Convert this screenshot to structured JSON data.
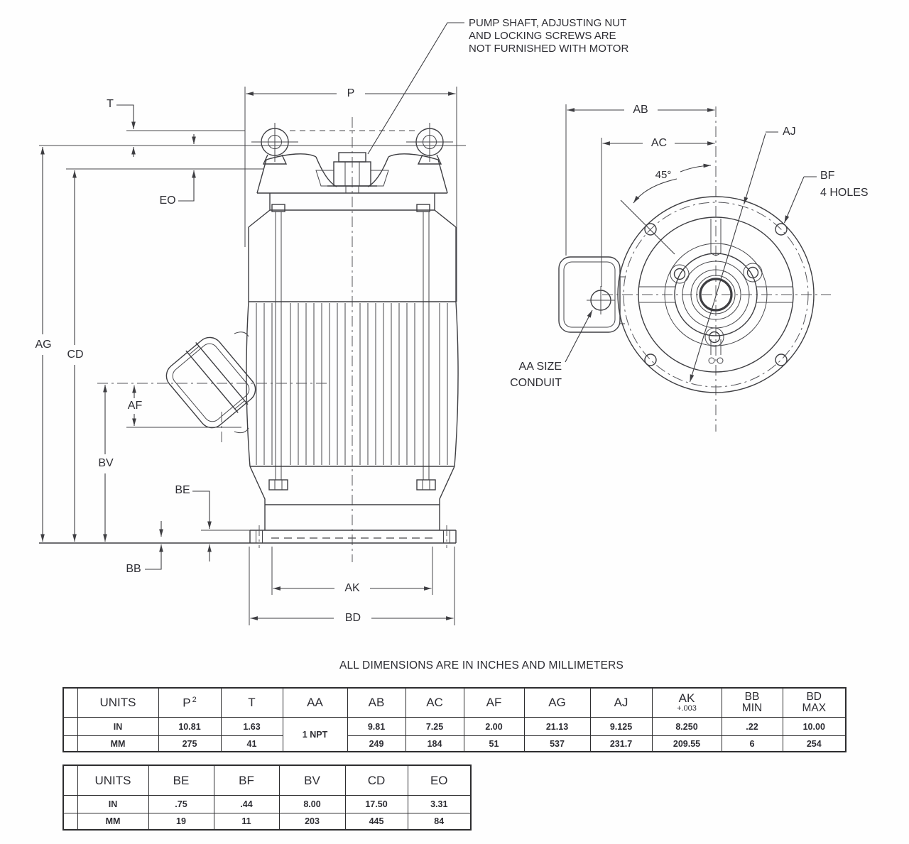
{
  "note": "ALL DIMENSIONS ARE IN INCHES AND MILLIMETERS",
  "annotation": {
    "line1": "PUMP SHAFT, ADJUSTING NUT",
    "line2": "AND LOCKING SCREWS ARE",
    "line3": "NOT FURNISHED WITH MOTOR"
  },
  "labels": {
    "p": "P",
    "t": "T",
    "eo": "EO",
    "ag": "AG",
    "cd": "CD",
    "af": "AF",
    "bv": "BV",
    "be": "BE",
    "bb": "BB",
    "ak": "AK",
    "bd": "BD",
    "ab": "AB",
    "ac": "AC",
    "angle": "45°",
    "aj": "AJ",
    "bf": "BF",
    "bf_holes": "4 HOLES",
    "aa_size": "AA SIZE",
    "conduit": "CONDUIT"
  },
  "table1": {
    "headers": {
      "units": "UNITS",
      "p": "P",
      "p_sup": "2",
      "t": "T",
      "aa": "AA",
      "ab": "AB",
      "ac": "AC",
      "af": "AF",
      "ag": "AG",
      "aj": "AJ",
      "ak": "AK",
      "ak_tol": "+.003",
      "bb1": "BB",
      "bb2": "MIN",
      "bd1": "BD",
      "bd2": "MAX"
    },
    "aa_value": "1 NPT",
    "in": {
      "unit": "IN",
      "p": "10.81",
      "t": "1.63",
      "ab": "9.81",
      "ac": "7.25",
      "af": "2.00",
      "ag": "21.13",
      "aj": "9.125",
      "ak": "8.250",
      "bb": ".22",
      "bd": "10.00"
    },
    "mm": {
      "unit": "MM",
      "p": "275",
      "t": "41",
      "ab": "249",
      "ac": "184",
      "af": "51",
      "ag": "537",
      "aj": "231.7",
      "ak": "209.55",
      "bb": "6",
      "bd": "254"
    }
  },
  "table2": {
    "headers": {
      "units": "UNITS",
      "be": "BE",
      "bf": "BF",
      "bv": "BV",
      "cd": "CD",
      "eo": "EO"
    },
    "in": {
      "unit": "IN",
      "be": ".75",
      "bf": ".44",
      "bv": "8.00",
      "cd": "17.50",
      "eo": "3.31"
    },
    "mm": {
      "unit": "MM",
      "be": "19",
      "bf": "11",
      "bv": "203",
      "cd": "445",
      "eo": "84"
    }
  },
  "colors": {
    "line": "#3e3e42",
    "text": "#2e2e34",
    "table_border": "#2d2d2f",
    "background": "#fefefe"
  }
}
